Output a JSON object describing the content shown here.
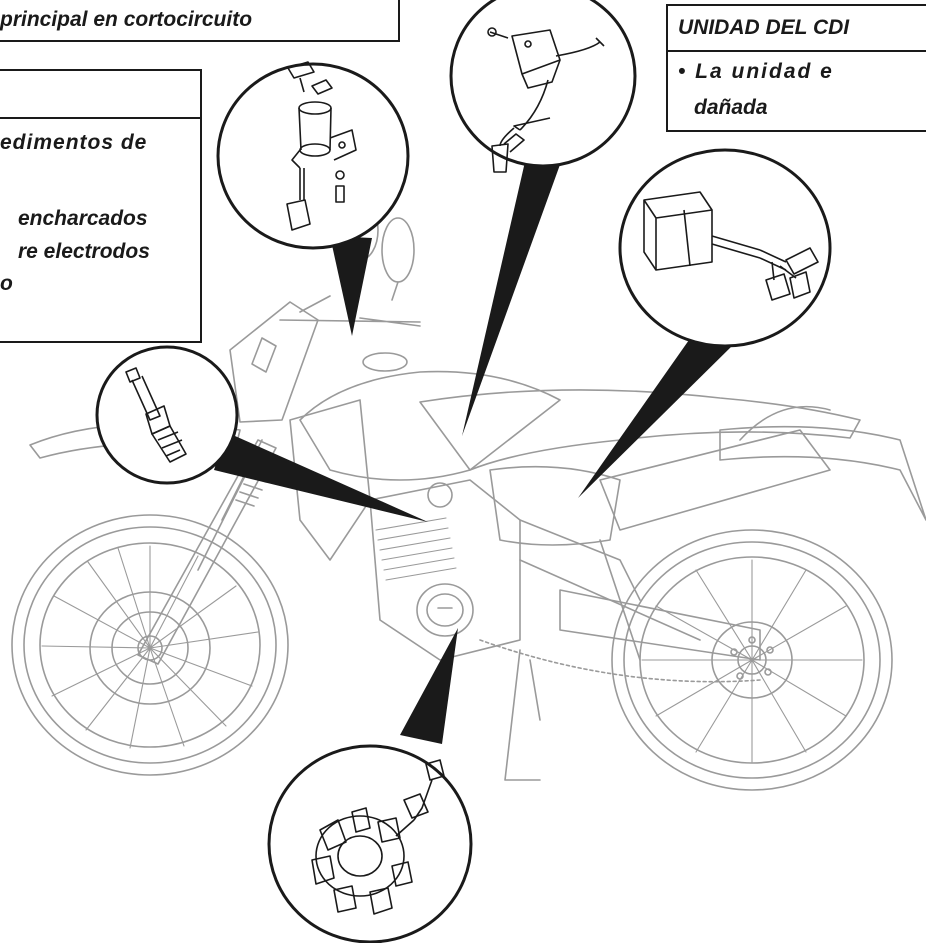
{
  "left_box_top": {
    "text": "principal en cortocircuito"
  },
  "left_box_main": {
    "lines": [
      "edimentos de",
      "encharcados",
      "re electrodos",
      "o"
    ]
  },
  "right_box": {
    "header": "UNIDAD DEL CDI",
    "lines": [
      "• La   unidad   e",
      "dañada"
    ]
  },
  "colors": {
    "line": "#1a1a1a",
    "drawing": "#9a9a9a"
  },
  "icons": [
    "ignition-switch-icon",
    "pickup-coil-icon",
    "cdi-unit-icon",
    "spark-plug-icon",
    "stator-icon",
    "motorcycle-icon"
  ]
}
